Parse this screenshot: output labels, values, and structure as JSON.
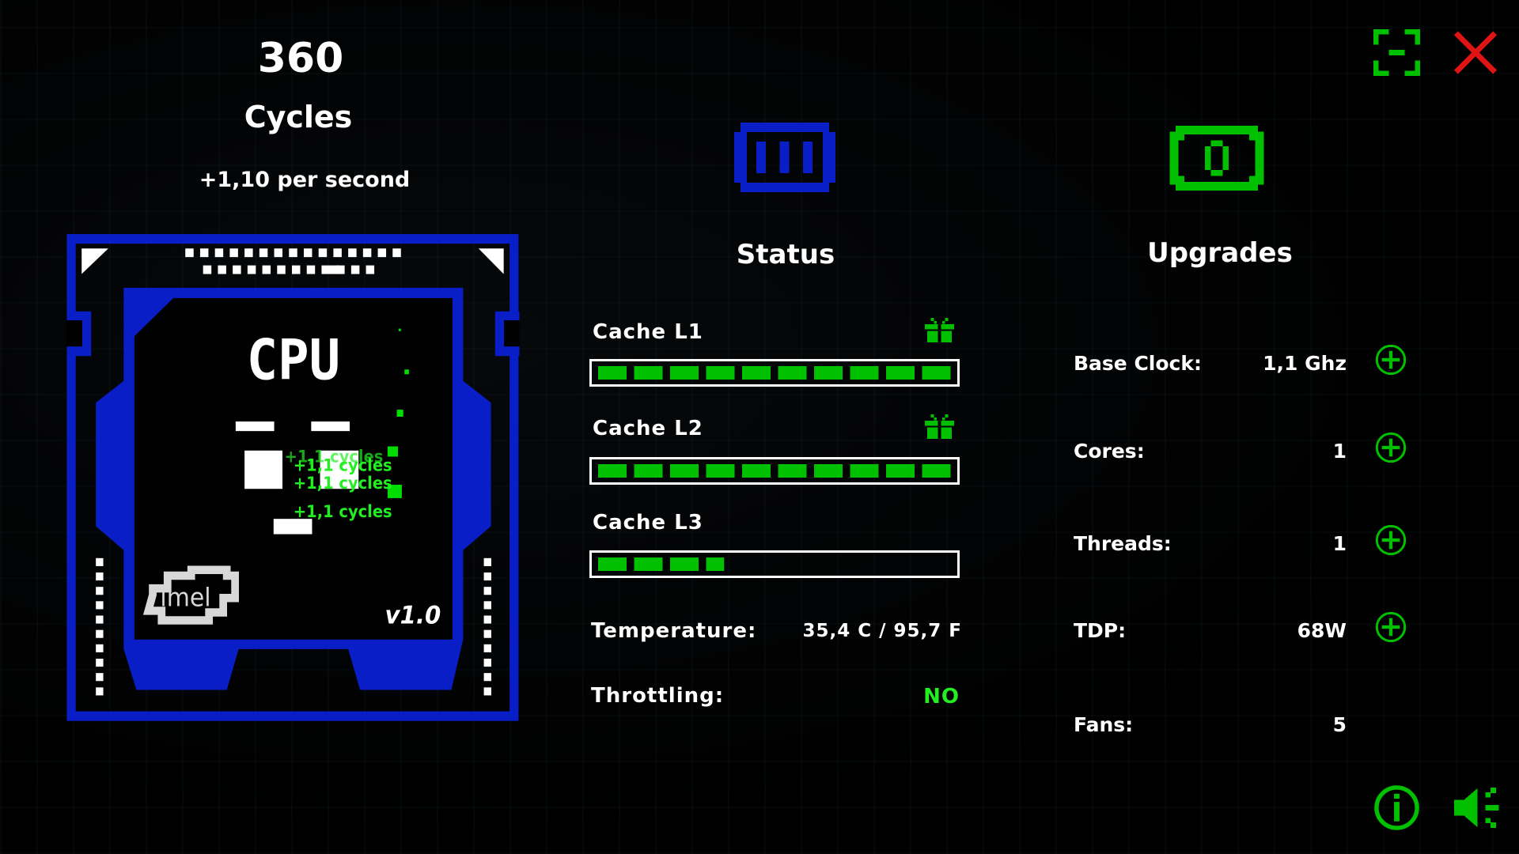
{
  "header": {
    "cycles_count": "360",
    "cycles_label": "Cycles",
    "rate": "+1,10 per second"
  },
  "cpu": {
    "title": "CPU",
    "brand": "imel",
    "version": "v1.0",
    "floating_gains": [
      "+1,1 cycles",
      "+1,1 cycles",
      "+1,1 cycles",
      "+1,1 cycles"
    ]
  },
  "status": {
    "title": "Status",
    "icon": "status-bars-icon",
    "caches": [
      {
        "label": "Cache L1",
        "fill": 1.0,
        "has_gift": true
      },
      {
        "label": "Cache L2",
        "fill": 1.0,
        "has_gift": true
      },
      {
        "label": "Cache L3",
        "fill": 0.35,
        "has_gift": false
      }
    ],
    "temperature_label": "Temperature:",
    "temperature_value": "35,4 C / 95,7 F",
    "throttling_label": "Throttling:",
    "throttling_value": "NO"
  },
  "upgrades": {
    "title": "Upgrades",
    "icon": "upgrades-eye-icon",
    "rows": [
      {
        "label": "Base Clock:",
        "value": "1,1 Ghz",
        "upgradable": true
      },
      {
        "label": "Cores:",
        "value": "1",
        "upgradable": true
      },
      {
        "label": "Threads:",
        "value": "1",
        "upgradable": true
      },
      {
        "label": "TDP:",
        "value": "68W",
        "upgradable": true
      },
      {
        "label": "Fans:",
        "value": "5",
        "upgradable": false
      }
    ]
  },
  "colors": {
    "blue": "#0a1ec8",
    "green": "#00c000",
    "text_green": "#22ee22",
    "red": "#e01414"
  }
}
